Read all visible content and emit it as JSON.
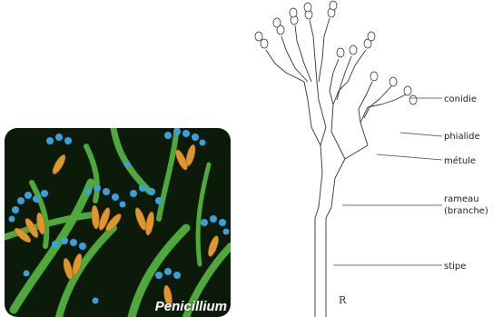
{
  "photo": {
    "caption": "Penicillium",
    "colors": {
      "background": "#0a1a08",
      "hyphae": "#4fa83a",
      "phialides": "#e0962e",
      "conidia": "#3aa0dc"
    }
  },
  "diagram": {
    "labels": {
      "conidie": "conidie",
      "phialide": "phialide",
      "metule": "métule",
      "rameau_line1": "rameau",
      "rameau_line2": "(branche)",
      "stipe": "stipe"
    },
    "signature": "R"
  }
}
